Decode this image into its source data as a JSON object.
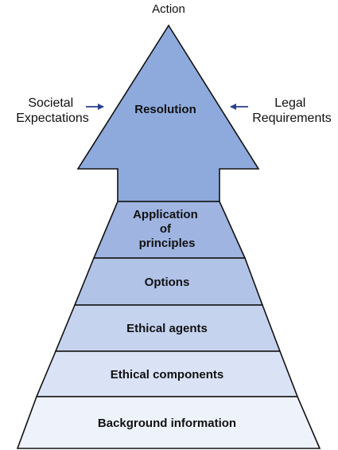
{
  "top_label": "Action",
  "left_input": {
    "lines": [
      "Societal",
      "Expectations"
    ]
  },
  "right_input": {
    "lines": [
      "Legal",
      "Requirements"
    ]
  },
  "arrow_label": "Resolution",
  "layers": [
    {
      "lines": [
        "Application",
        "of",
        "principles"
      ],
      "color": "#9fb4e0"
    },
    {
      "lines": [
        "Options"
      ],
      "color": "#b2c3e8"
    },
    {
      "lines": [
        "Ethical agents"
      ],
      "color": "#c6d3ef"
    },
    {
      "lines": [
        "Ethical components"
      ],
      "color": "#dae3f6"
    },
    {
      "lines": [
        "Background information"
      ],
      "color": "#edf2fb"
    }
  ],
  "colors": {
    "arrow_fill": "#8eaadd",
    "outline": "#111111",
    "pointer_arrow": "#2a3f8f"
  }
}
